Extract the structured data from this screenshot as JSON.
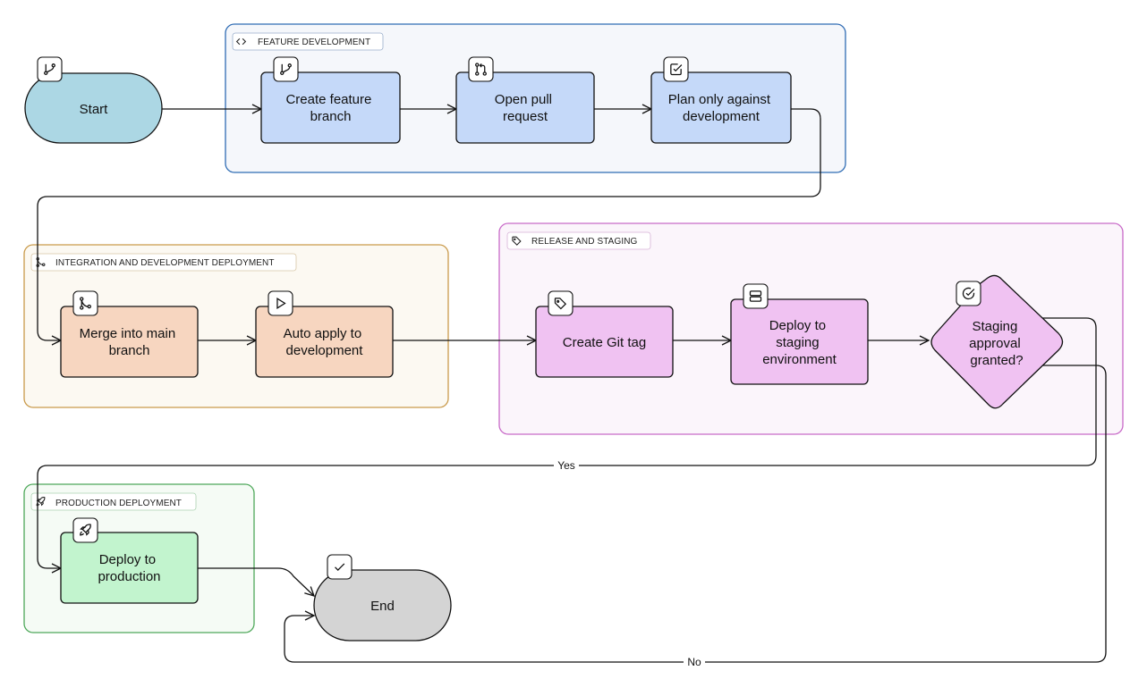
{
  "groups": {
    "feature": {
      "label": "FEATURE DEVELOPMENT",
      "icon": "code-icon",
      "fill": "#f5f7fb",
      "stroke": "#2f6cb4"
    },
    "integration": {
      "label": "INTEGRATION AND DEVELOPMENT DEPLOYMENT",
      "icon": "git-merge-icon",
      "fill": "#fcf9f2",
      "stroke": "#c99a4b"
    },
    "release": {
      "label": "RELEASE AND STAGING",
      "icon": "tag-icon",
      "fill": "#fbf5fb",
      "stroke": "#c86ac8"
    },
    "production": {
      "label": "PRODUCTION DEPLOYMENT",
      "icon": "rocket-icon",
      "fill": "#f5fbf5",
      "stroke": "#4ea85a"
    }
  },
  "nodes": {
    "start": {
      "lines": [
        "Start"
      ],
      "icon": "git-branch-icon",
      "fill": "#acd7e4"
    },
    "create_branch": {
      "lines": [
        "Create feature",
        "branch"
      ],
      "icon": "git-branch-icon",
      "fill": "#c5d9f9"
    },
    "open_pr": {
      "lines": [
        "Open pull",
        "request"
      ],
      "icon": "git-pull-request-icon",
      "fill": "#c5d9f9"
    },
    "plan_dev": {
      "lines": [
        "Plan only against",
        "development"
      ],
      "icon": "check-square-icon",
      "fill": "#c5d9f9"
    },
    "merge_main": {
      "lines": [
        "Merge into main",
        "branch"
      ],
      "icon": "git-merge-icon",
      "fill": "#f7d6c0"
    },
    "auto_apply": {
      "lines": [
        "Auto apply to",
        "development"
      ],
      "icon": "play-icon",
      "fill": "#f7d6c0"
    },
    "git_tag": {
      "lines": [
        "Create Git tag"
      ],
      "icon": "tag-icon",
      "fill": "#f0c2f2"
    },
    "deploy_staging": {
      "lines": [
        "Deploy to",
        "staging",
        "environment"
      ],
      "icon": "server-icon",
      "fill": "#f0c2f2"
    },
    "approval": {
      "lines": [
        "Staging",
        "approval",
        "granted?"
      ],
      "icon": "check-circle-icon",
      "fill": "#f0c2f2"
    },
    "deploy_prod": {
      "lines": [
        "Deploy to",
        "production"
      ],
      "icon": "rocket-icon",
      "fill": "#c2f4ce"
    },
    "end": {
      "lines": [
        "End"
      ],
      "icon": "check-icon",
      "fill": "#d4d4d4"
    }
  },
  "edges": {
    "yes": "Yes",
    "no": "No"
  }
}
